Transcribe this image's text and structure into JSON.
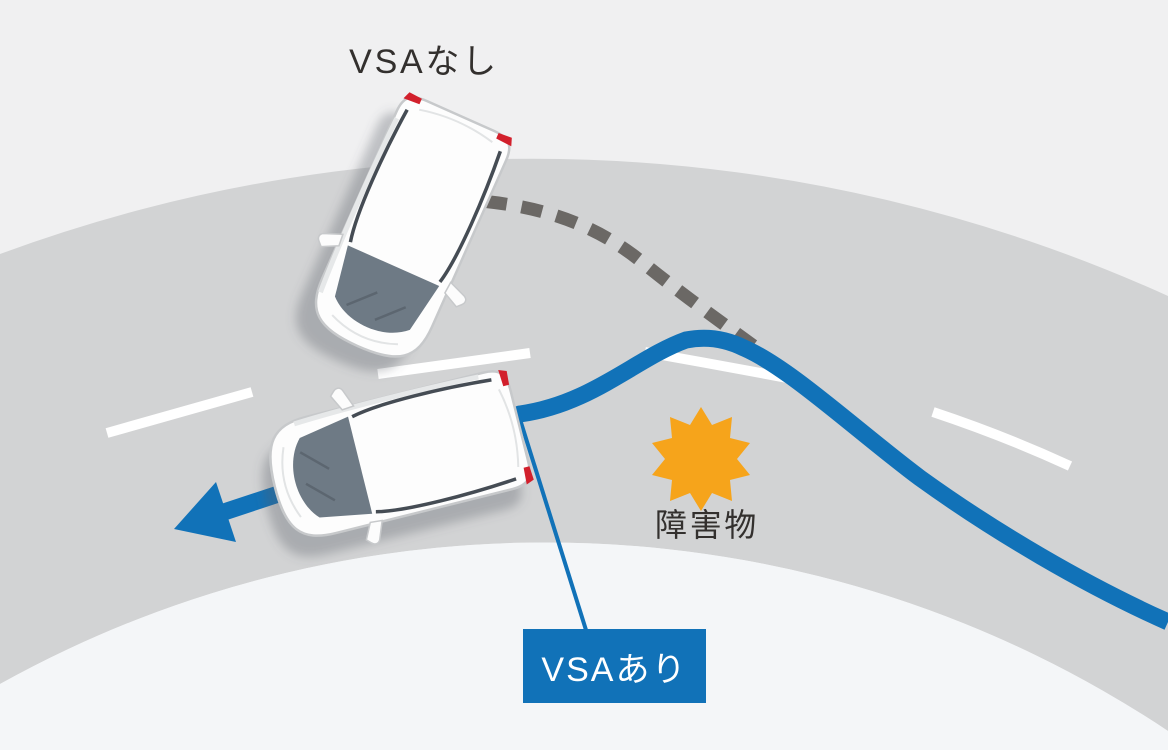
{
  "labels": {
    "no_vsa": "VSAなし",
    "with_vsa": "VSAあり",
    "obstacle": "障害物"
  },
  "icons": {
    "obstacle_icon": "orange-starburst",
    "trajectory_without_vsa": "gray-dashed-skid-curve",
    "trajectory_with_vsa": "blue-solid-curve-with-arrow",
    "car_without_vsa": "white-minivan-top-view-skidding",
    "car_with_vsa": "white-minivan-top-view-on-course"
  },
  "colors": {
    "accent_blue": "#1172b8",
    "obstacle_orange": "#f6a41b",
    "road_gray": "#d2d3d4",
    "bg_top": "#f0f0f1",
    "bg_bottom": "#f4f6f8",
    "dash_gray": "#6b6865",
    "lane_marking_white": "#ffffff",
    "label_text": "#33302e",
    "vsa_box_text": "#ffffff"
  }
}
